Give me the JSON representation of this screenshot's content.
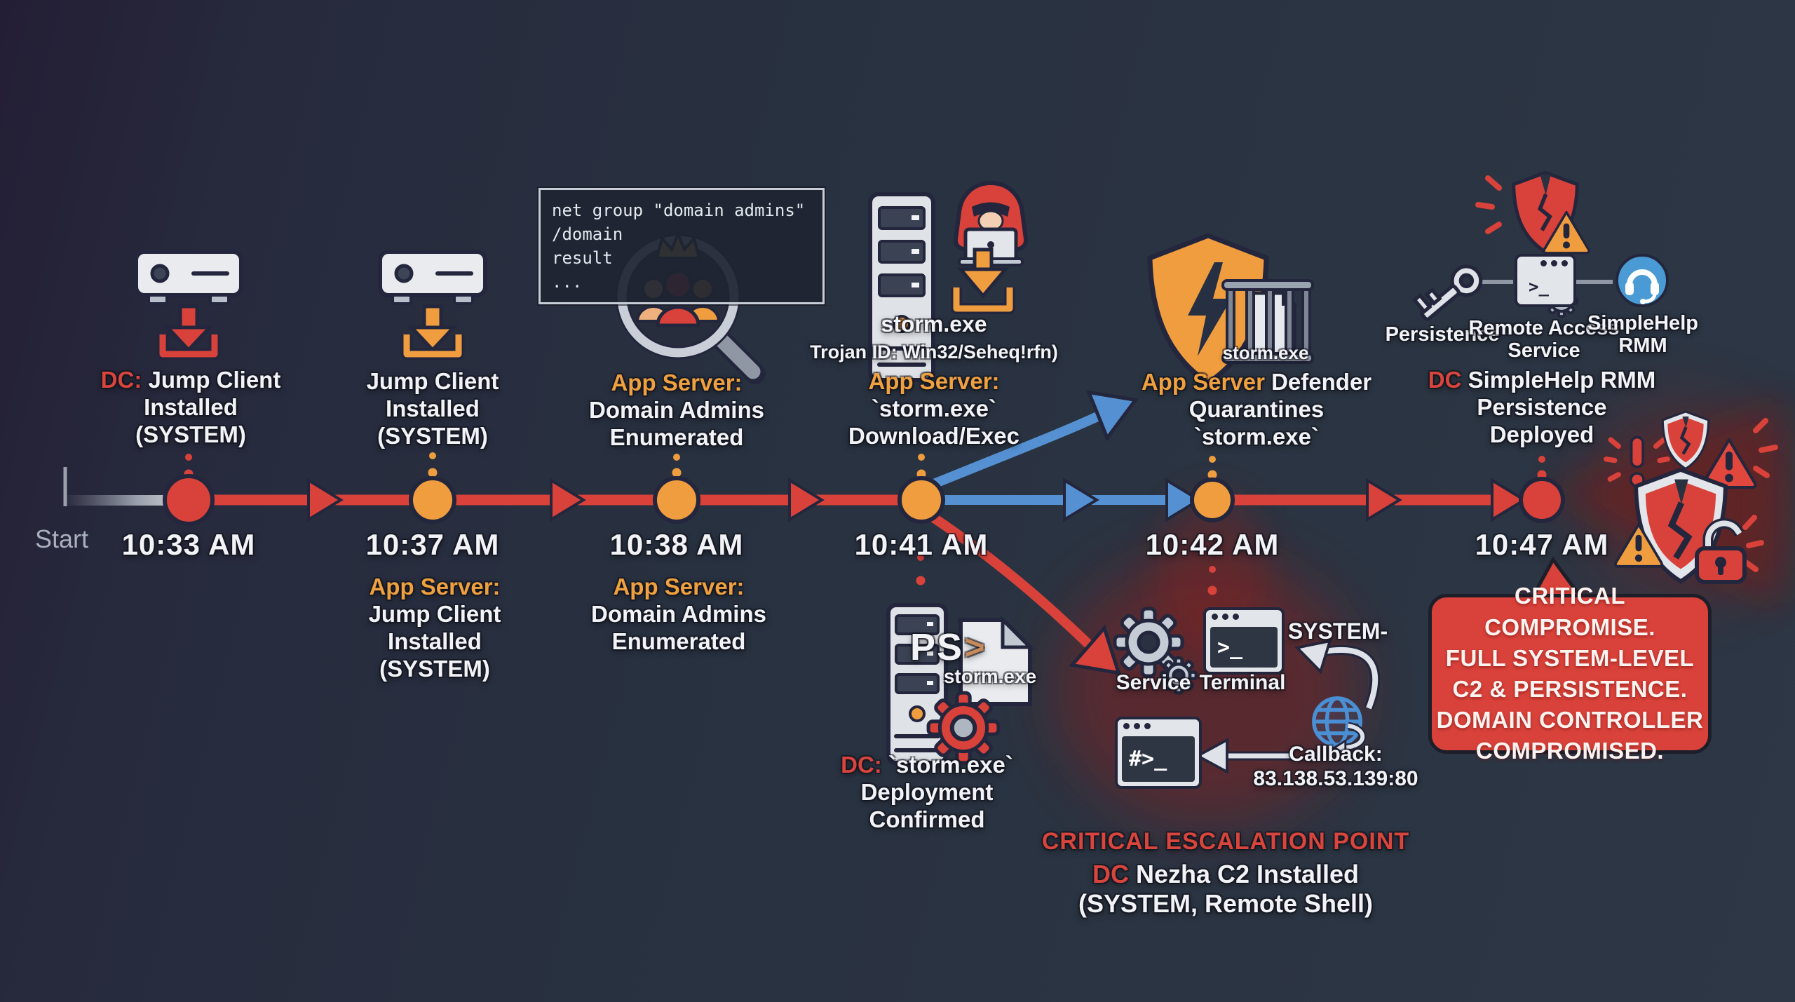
{
  "colors": {
    "background": "#283140",
    "timeline_red": "#d9423a",
    "node_orange": "#f09d3f",
    "branch_blue": "#5591d2",
    "label_orange": "#efa03f",
    "label_red": "#d8453c",
    "text_white": "#f2f3f6",
    "muted_gray": "#aab0bc"
  },
  "start_label": "Start",
  "code_box": {
    "command": "net group \"domain admins\"\n/domain\nresult\n..."
  },
  "events": [
    {
      "time": "10:33 AM",
      "above_prefix": "DC:",
      "above_text": " Jump Client\nInstalled\n(SYSTEM)"
    },
    {
      "time": "10:37 AM",
      "above_text": "Jump Client\nInstalled\n(SYSTEM)",
      "below_prefix": "App Server:",
      "below_text": "Jump Client\nInstalled\n(SYSTEM)"
    },
    {
      "time": "10:38 AM",
      "above_prefix": "App Server:",
      "above_text": "Domain Admins\nEnumerated",
      "below_prefix": "App Server:",
      "below_text": "Domain Admins\nEnumerated"
    },
    {
      "time": "10:41 AM",
      "file_caption": "storm.exe",
      "trojan_caption": "Trojan ID: Win32/Seheq!rfn)",
      "above_prefix": "App Server:",
      "above_text": "`storm.exe`\nDownload/Exec",
      "ps_text": "PS",
      "ps_arrow": ">",
      "ps_file_caption": "storm.exe",
      "below_prefix": "DC:",
      "below_text": " `storm.exe`\nDeployment\nConfirmed"
    },
    {
      "time": "10:42 AM",
      "cage_caption": "storm.exe",
      "above_prefix": "App Server",
      "above_text": " Defender\nQuarantines\n`storm.exe`",
      "service_label": "Service",
      "terminal_label": "Terminal",
      "terminal_prompt": ">_",
      "console_prompt": "#>_",
      "system_caption": "SYSTEM-",
      "callback_caption": "Callback:\n83.138.53.139:80",
      "escalation_title": "CRITICAL ESCALATION POINT",
      "escalation_prefix": "DC",
      "escalation_text": " Nezha C2 Installed\n(SYSTEM, Remote Shell)"
    },
    {
      "time": "10:47 AM",
      "above_prefix": "DC",
      "above_text": " SimpleHelp RMM\nPersistence\nDeployed",
      "persistence_label": "Persistence",
      "remote_label": "Remote Access\nService",
      "rmm_label": "SimpleHelp\nRMM",
      "callout_text": "CRITICAL COMPROMISE.\nFULL SYSTEM-LEVEL\nC2 & PERSISTENCE.\nDOMAIN CONTROLLER\nCOMPROMISED."
    }
  ]
}
